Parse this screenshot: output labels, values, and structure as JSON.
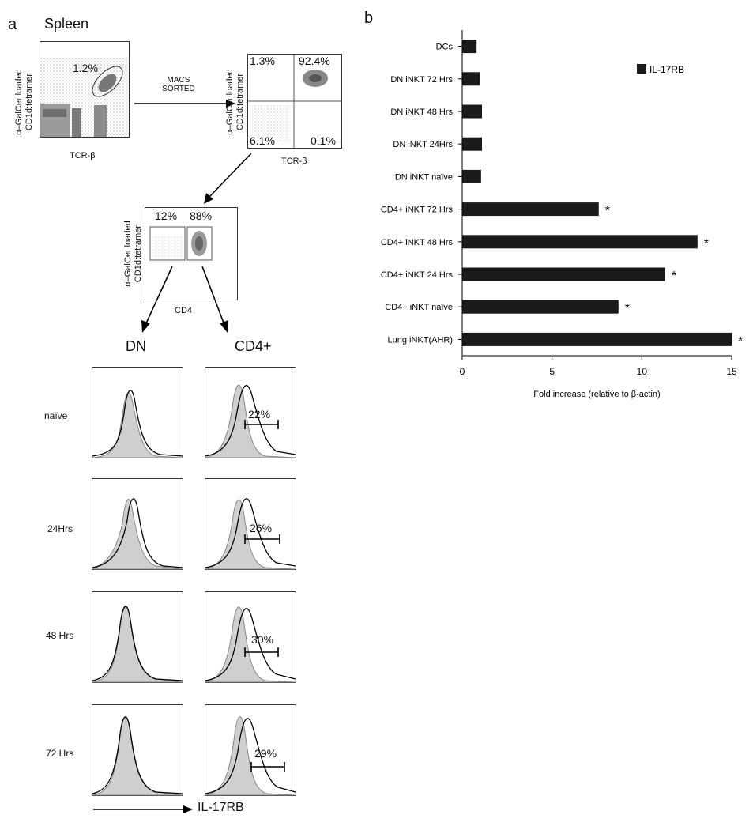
{
  "panel_a": {
    "letter": "a",
    "tissue": "Spleen",
    "ylabel_line1": "α–GalCer loaded",
    "ylabel_line2": "CD1d:tetramer",
    "plot1": {
      "gate": "1.2%",
      "xlabel": "TCR-β"
    },
    "sort_label_1": "MACS",
    "sort_label_2": "SORTED",
    "plot2": {
      "q_ul": "1.3%",
      "q_ur": "92.4%",
      "q_ll": "6.1%",
      "q_lr": "0.1%",
      "xlabel": "TCR-β"
    },
    "plot3": {
      "left_gate": "12%",
      "right_gate": "88%",
      "xlabel": "CD4"
    },
    "col_dn": "DN",
    "col_cd4": "CD4+",
    "rows": [
      {
        "label": "naïve",
        "pct": "22%"
      },
      {
        "label": "24Hrs",
        "pct": "26%"
      },
      {
        "label": "48 Hrs",
        "pct": "30%"
      },
      {
        "label": "72 Hrs",
        "pct": "29%"
      }
    ],
    "axis_label": "IL-17RB"
  },
  "chart_data": {
    "type": "bar",
    "orientation": "horizontal",
    "panel_letter": "b",
    "categories": [
      "DCs",
      "DN iNKT 72 Hrs",
      "DN iNKT 48 Hrs",
      "DN iNKT 24Hrs",
      "DN iNKT naïve",
      "CD4+ iNKT 72 Hrs",
      "CD4+ iNKT 48 Hrs",
      "CD4+ iNKT 24 Hrs",
      "CD4+ iNKT naïve",
      "Lung iNKT(AHR)"
    ],
    "series": [
      {
        "name": "IL-17RB",
        "values": [
          0.8,
          1.0,
          1.1,
          1.1,
          1.05,
          7.6,
          13.1,
          11.3,
          8.7,
          15.0
        ]
      }
    ],
    "significance": [
      "",
      "",
      "",
      "",
      "",
      "*",
      "*",
      "*",
      "*",
      "*"
    ],
    "xlabel": "Fold increase (relative to β-actin)",
    "xlim": [
      0,
      15
    ],
    "xticks": [
      "0",
      "5",
      "10",
      "15"
    ],
    "legend_position": "top-right",
    "bar_color": "#1a1a1a",
    "grid": false
  }
}
